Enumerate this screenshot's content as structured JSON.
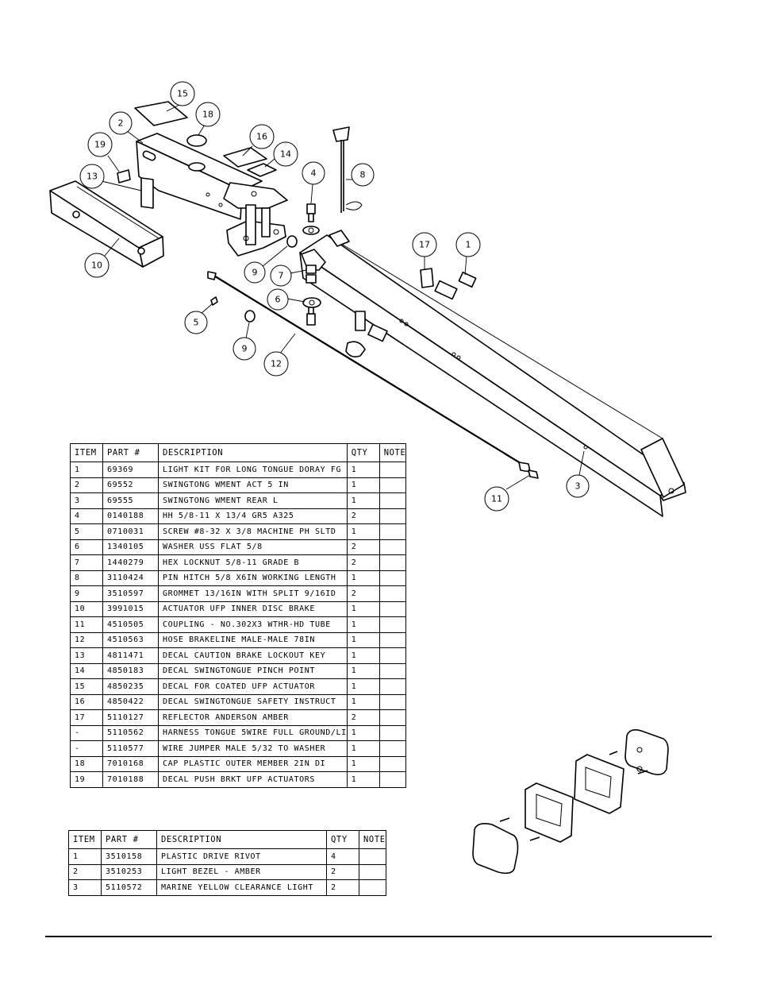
{
  "callouts": [
    "15",
    "18",
    "2",
    "16",
    "14",
    "19",
    "13",
    "10",
    "4",
    "8",
    "17",
    "1",
    "9",
    "7",
    "6",
    "5",
    "9",
    "12",
    "11",
    "3"
  ],
  "bom_main": {
    "headers": [
      "ITEM",
      "PART #",
      "DESCRIPTION",
      "QTY",
      "NOTE"
    ],
    "rows": [
      [
        "1",
        "69369",
        "LIGHT KIT FOR LONG TONGUE DORAY FG",
        "1",
        ""
      ],
      [
        "2",
        "69552",
        "SWINGTONG WMENT ACT 5 IN",
        "1",
        ""
      ],
      [
        "3",
        "69555",
        "SWINGTONG WMENT REAR L",
        "1",
        ""
      ],
      [
        "4",
        "0140188",
        "HH 5/8-11 X 13/4  GR5 A325",
        "2",
        ""
      ],
      [
        "5",
        "0710031",
        "SCREW #8-32 X 3/8 MACHINE PH SLTD",
        "1",
        ""
      ],
      [
        "6",
        "1340105",
        "WASHER USS FLAT 5/8",
        "2",
        ""
      ],
      [
        "7",
        "1440279",
        "HEX LOCKNUT 5/8-11 GRADE B",
        "2",
        ""
      ],
      [
        "8",
        "3110424",
        "PIN HITCH 5/8 X6IN WORKING LENGTH",
        "1",
        ""
      ],
      [
        "9",
        "3510597",
        "GROMMET 13/16IN  WITH SPLIT 9/16ID",
        "2",
        ""
      ],
      [
        "10",
        "3991015",
        "ACTUATOR UFP INNER  DISC BRAKE",
        "1",
        ""
      ],
      [
        "11",
        "4510505",
        "COUPLING - NO.302X3 WTHR-HD TUBE",
        "1",
        ""
      ],
      [
        "12",
        "4510563",
        "HOSE BRAKELINE MALE-MALE 78IN",
        "1",
        ""
      ],
      [
        "13",
        "4811471",
        "DECAL CAUTION BRAKE LOCKOUT KEY",
        "1",
        ""
      ],
      [
        "14",
        "4850183",
        "DECAL SWINGTONGUE PINCH POINT",
        "1",
        ""
      ],
      [
        "15",
        "4850235",
        "DECAL FOR COATED UFP ACTUATOR",
        "1",
        ""
      ],
      [
        "16",
        "4850422",
        "DECAL SWINGTONGUE SAFETY INSTRUCT",
        "1",
        ""
      ],
      [
        "17",
        "5110127",
        "REFLECTOR ANDERSON AMBER",
        "2",
        ""
      ],
      [
        "-",
        "5110562",
        "HARNESS TONGUE 5WIRE FULL GROUND/LI",
        "1",
        ""
      ],
      [
        "-",
        "5110577",
        "WIRE JUMPER MALE 5/32 TO WASHER",
        "1",
        ""
      ],
      [
        "18",
        "7010168",
        "CAP  PLASTIC OUTER MEMBER 2IN DI",
        "1",
        ""
      ],
      [
        "19",
        "7010188",
        "DECAL PUSH BRKT UFP ACTUATORS",
        "1",
        ""
      ]
    ]
  },
  "bom_light": {
    "headers": [
      "ITEM",
      "PART #",
      "DESCRIPTION",
      "QTY",
      "NOTE"
    ],
    "rows": [
      [
        "1",
        "3510158",
        "PLASTIC DRIVE RIVOT",
        "4",
        ""
      ],
      [
        "2",
        "3510253",
        "LIGHT BEZEL - AMBER",
        "2",
        ""
      ],
      [
        "3",
        "5110572",
        "MARINE YELLOW CLEARANCE LIGHT",
        "2",
        ""
      ]
    ]
  }
}
